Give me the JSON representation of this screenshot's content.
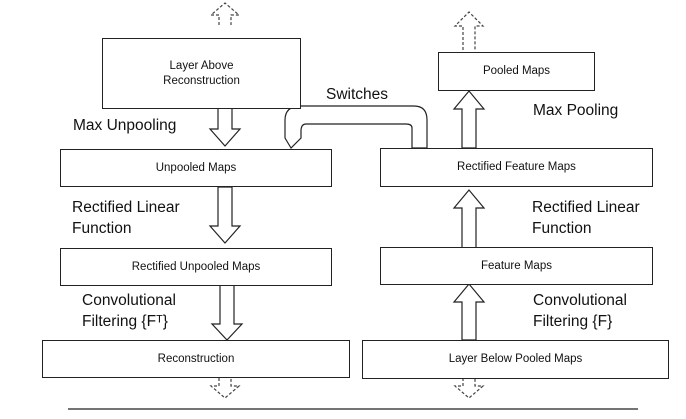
{
  "left_column": {
    "layer_above": "Layer Above\nReconstruction",
    "unpooled_maps": "Unpooled Maps",
    "rectified_unpooled_maps": "Rectified Unpooled Maps",
    "reconstruction": "Reconstruction",
    "max_unpooling": "Max Unpooling",
    "rectified_linear_function": "Rectified Linear\n  Function",
    "convolutional_filtering": "Convolutional\nFiltering {Fᵀ}"
  },
  "right_column": {
    "pooled_maps": "Pooled Maps",
    "rectified_feature_maps": "Rectified Feature Maps",
    "feature_maps": "Feature Maps",
    "layer_below_pooled_maps": "Layer Below Pooled Maps",
    "max_pooling": "Max Pooling",
    "rectified_linear_function": "Rectified Linear\nFunction",
    "convolutional_filtering": "Convolutional\nFiltering {F}"
  },
  "switches": "Switches"
}
